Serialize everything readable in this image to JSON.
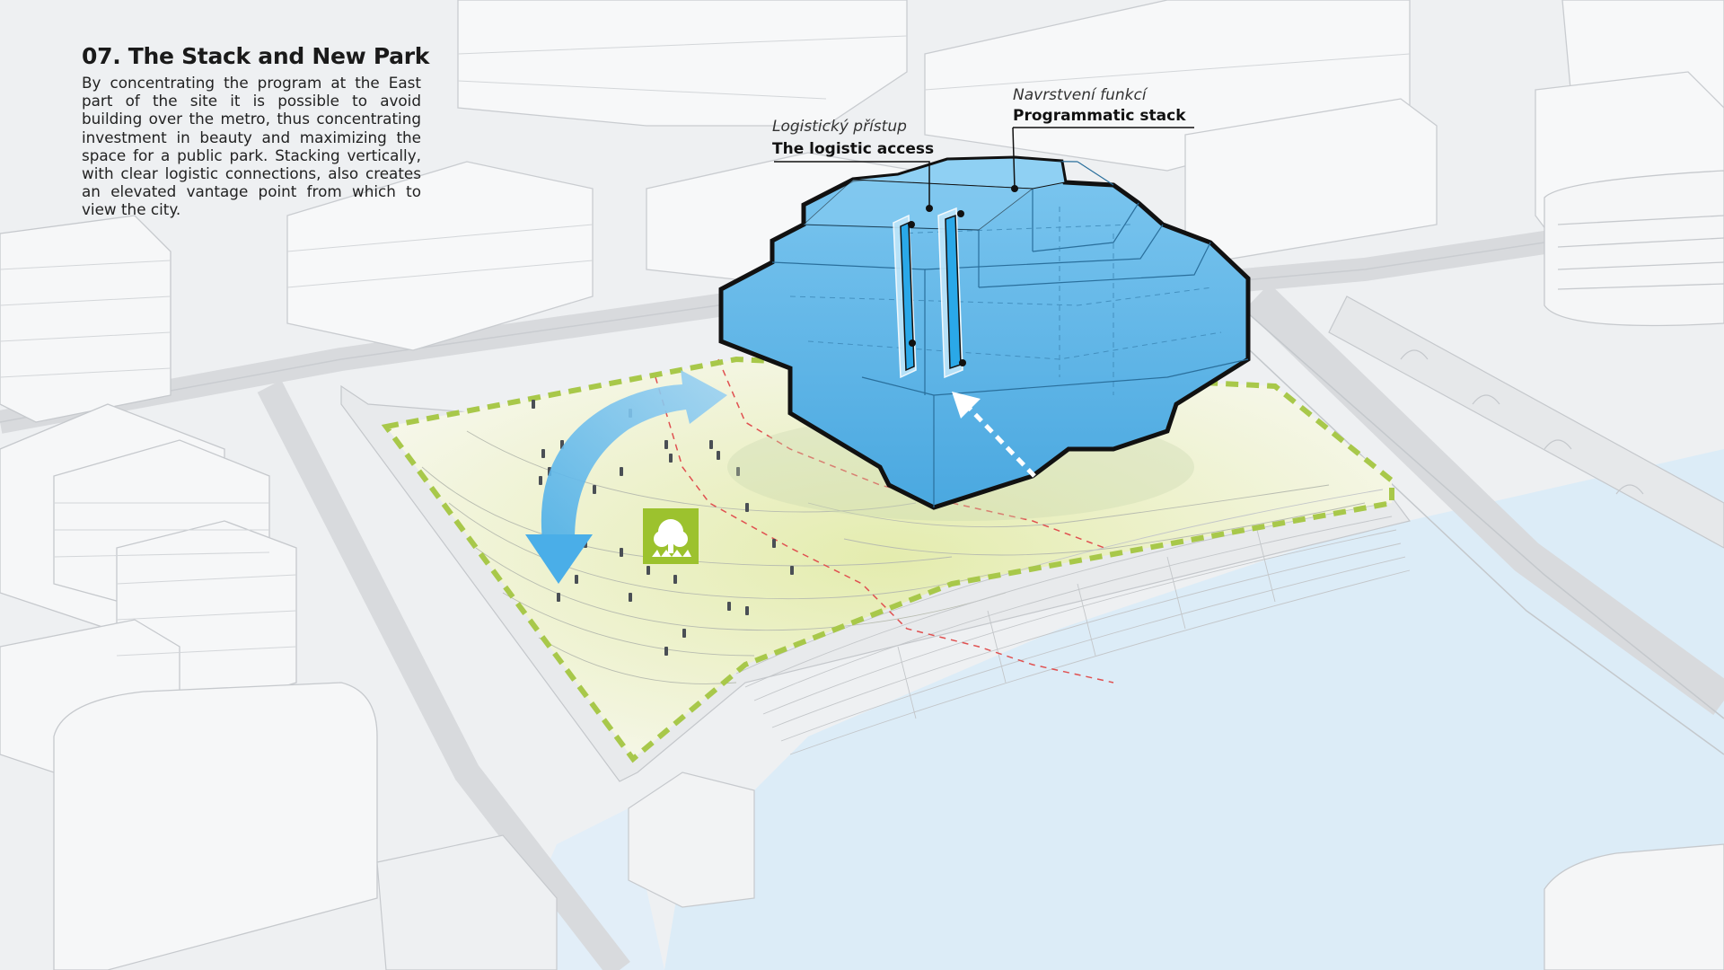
{
  "title": "07. The Stack and New Park",
  "body": "By concentrating the program at the East part of the site it is possible to avoid building over the metro, thus concentrating investment in beauty and maximizing the space for a public park. Stacking vertically, with clear logistic connections, also creates an elevated vantage point from which to view the city.",
  "labels": {
    "logistic_cz": "Logistický přístup",
    "logistic_en": "The logistic access",
    "stack_cz": "Navrstvení funkcí",
    "stack_en": "Programmatic stack"
  },
  "icons": {
    "park": "tree-icon",
    "flow": "curved-arrow",
    "access": "dashed-arrow"
  },
  "colors": {
    "building": "#5fb8ea",
    "park_boundary": "#a8c84a",
    "park_icon_bg": "#9cc22e",
    "water": "#dcecf7",
    "logistic_core": "#2aa8e8"
  }
}
